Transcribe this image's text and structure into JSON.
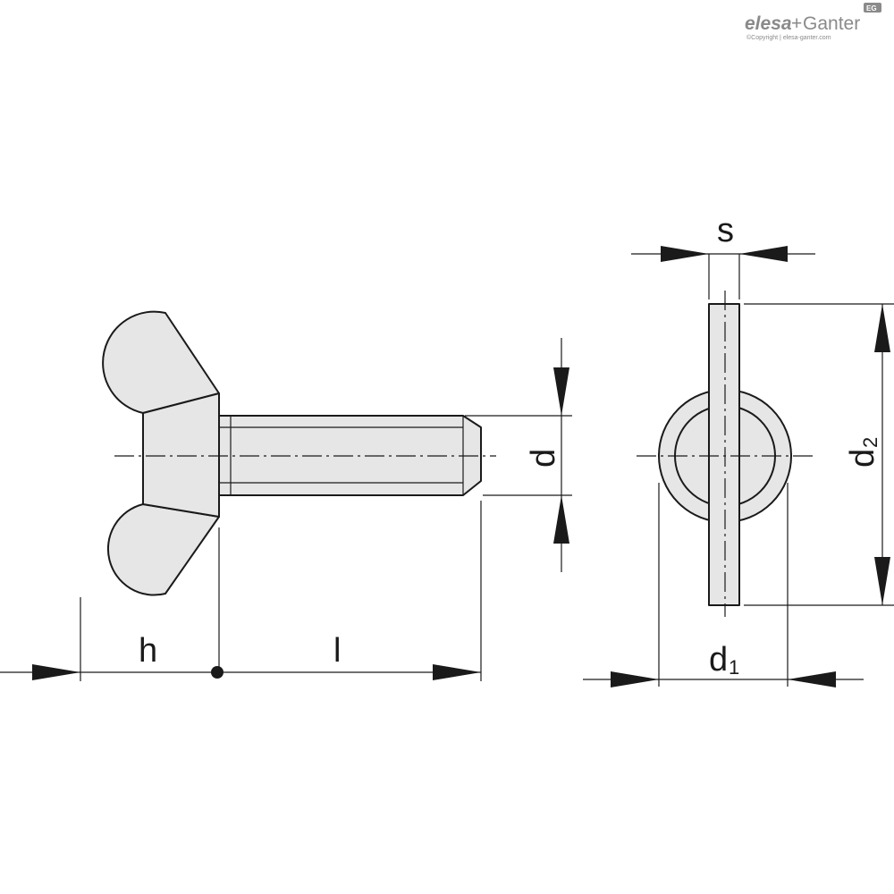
{
  "logo": {
    "brand_left": "elesa",
    "brand_plus": "+",
    "brand_right": "Ganter",
    "copyright": "©Copyright | elesa-ganter.com",
    "badge": "EG"
  },
  "dimensions": {
    "h": "h",
    "l": "l",
    "d": "d",
    "s": "s",
    "d1_main": "d",
    "d1_sub": "1",
    "d2_main": "d",
    "d2_sub": "2"
  },
  "colors": {
    "part_fill": "#e6e6e6",
    "outline": "#1a1a1a",
    "logo": "#8a8a8a"
  }
}
